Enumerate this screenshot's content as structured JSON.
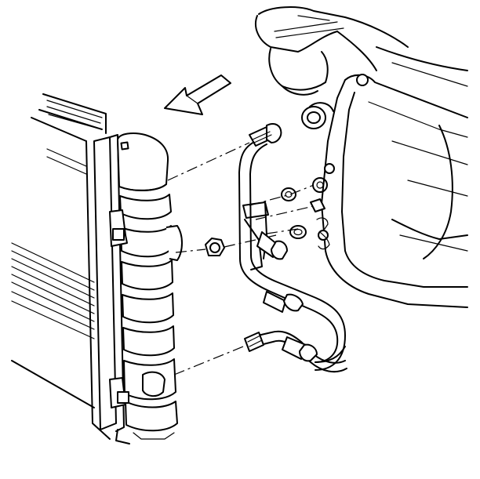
{
  "diagram": {
    "parts": [
      {
        "id": "radiator",
        "icon": "radiator-drawing"
      },
      {
        "id": "radiator-side-tank",
        "icon": "tank-drawing"
      },
      {
        "id": "engine-block",
        "icon": "engine-drawing"
      },
      {
        "id": "oil-cooler-upper-line",
        "icon": "pipe-drawing"
      },
      {
        "id": "oil-cooler-lower-line",
        "icon": "pipe-drawing"
      },
      {
        "id": "line-fitting-nut",
        "icon": "nut-drawing"
      },
      {
        "id": "o-ring-seals",
        "icon": "washer-drawing"
      },
      {
        "id": "direction-arrow",
        "icon": "arrow-icon"
      }
    ],
    "colors": {
      "ink": "#000000",
      "paper": "#ffffff"
    }
  }
}
